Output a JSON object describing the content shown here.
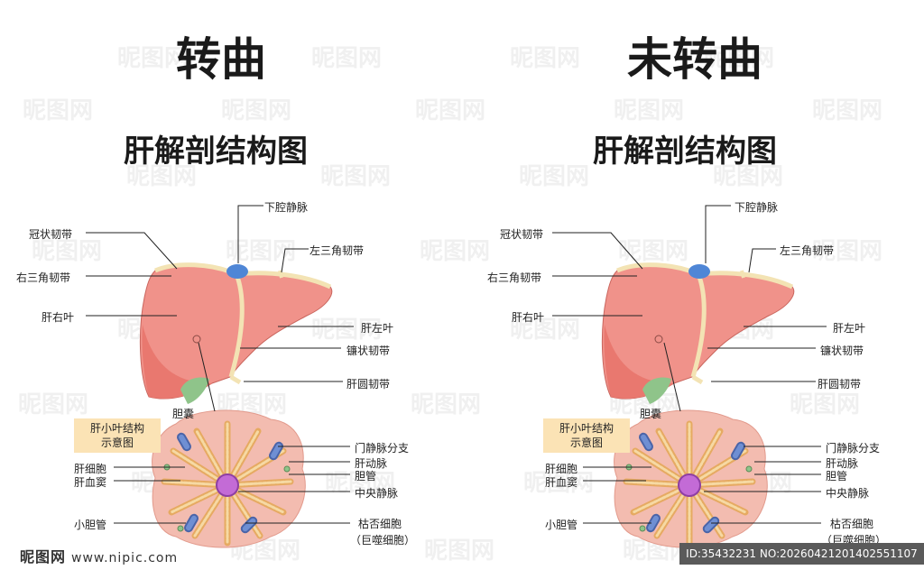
{
  "left": {
    "title": "转曲",
    "subtitle": "肝解剖结构图",
    "labels": {
      "ivc": "下腔静脉",
      "coronary": "冠状韧带",
      "left_tri": "左三角韧带",
      "right_tri": "右三角韧带",
      "right_lobe": "肝右叶",
      "left_lobe": "肝左叶",
      "falciform": "镰状韧带",
      "round": "肝圆韧带",
      "gallbladder": "胆囊",
      "lobule_line1": "肝小叶结构",
      "lobule_line2": "示意图",
      "portal": "门静脉分支",
      "artery": "肝动脉",
      "bile_duct": "胆管",
      "central_vein": "中央静脉",
      "hepatocyte": "肝细胞",
      "sinusoid": "肝血窦",
      "bile_ductule": "小胆管",
      "kupffer1": "枯否细胞",
      "kupffer2": "（巨噬细胞）"
    }
  },
  "right": {
    "title": "未转曲",
    "subtitle": "肝解剖结构图",
    "labels": {
      "ivc": "下腔静脉",
      "coronary": "冠状韧带",
      "left_tri": "左三角韧带",
      "right_tri": "右三角韧带",
      "right_lobe": "肝右叶",
      "left_lobe": "肝左叶",
      "falciform": "镰状韧带",
      "round": "肝圆韧带",
      "gallbladder": "胆囊",
      "lobule_line1": "肝小叶结构",
      "lobule_line2": "示意图",
      "portal": "门静脉分支",
      "artery": "肝动脉",
      "bile_duct": "胆管",
      "central_vein": "中央静脉",
      "hepatocyte": "肝细胞",
      "sinusoid": "肝血窦",
      "bile_ductule": "小胆管",
      "kupffer1": "枯否细胞",
      "kupffer2": "（巨噬细胞）"
    }
  },
  "watermark": "昵图网",
  "footer": {
    "brand": "昵图网",
    "url": "www.nipic.com",
    "id_text": "ID:35432231 NO:20260421201402551107"
  },
  "colors": {
    "liver": "#f0928a",
    "liver_shade": "#e9786f",
    "ligament": "#f3e3b4",
    "ivc": "#4f86d6",
    "gallbladder": "#8fc48a",
    "lobule": "#f3bcb0",
    "cords": "#f0c987",
    "central_vein": "#c36bd6"
  }
}
